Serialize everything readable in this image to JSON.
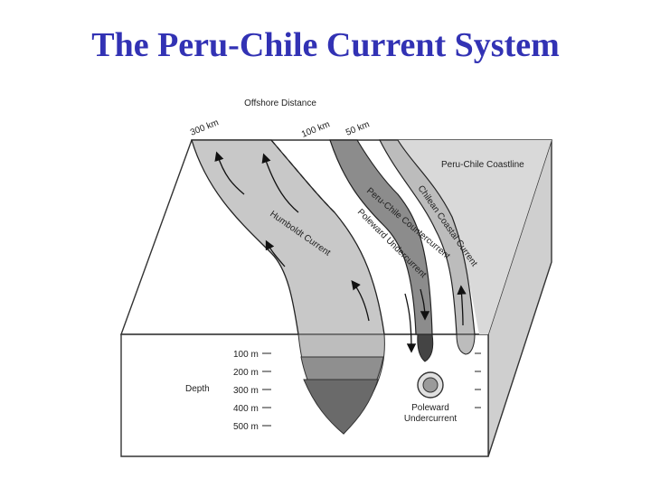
{
  "title": "The Peru-Chile Current System",
  "diagram": {
    "offshore_distance_label": "Offshore Distance",
    "distance_markers": [
      "300 km",
      "100 km",
      "50 km"
    ],
    "coastline_label": "Peru-Chile Coastline",
    "current_labels": {
      "humboldt": "Humboldt Current",
      "countercurrent": "Peru-Chile Countercurrent",
      "poleward_undercurrent_surface": "Poleward Undercurrent",
      "chilean_coastal": "Chilean Coastal Current"
    },
    "depth_label": "Depth",
    "depth_ticks": [
      "100 m",
      "200 m",
      "300 m",
      "400 m",
      "500 m"
    ],
    "undercurrent_label_line1": "Poleward",
    "undercurrent_label_line2": "Undercurrent"
  }
}
